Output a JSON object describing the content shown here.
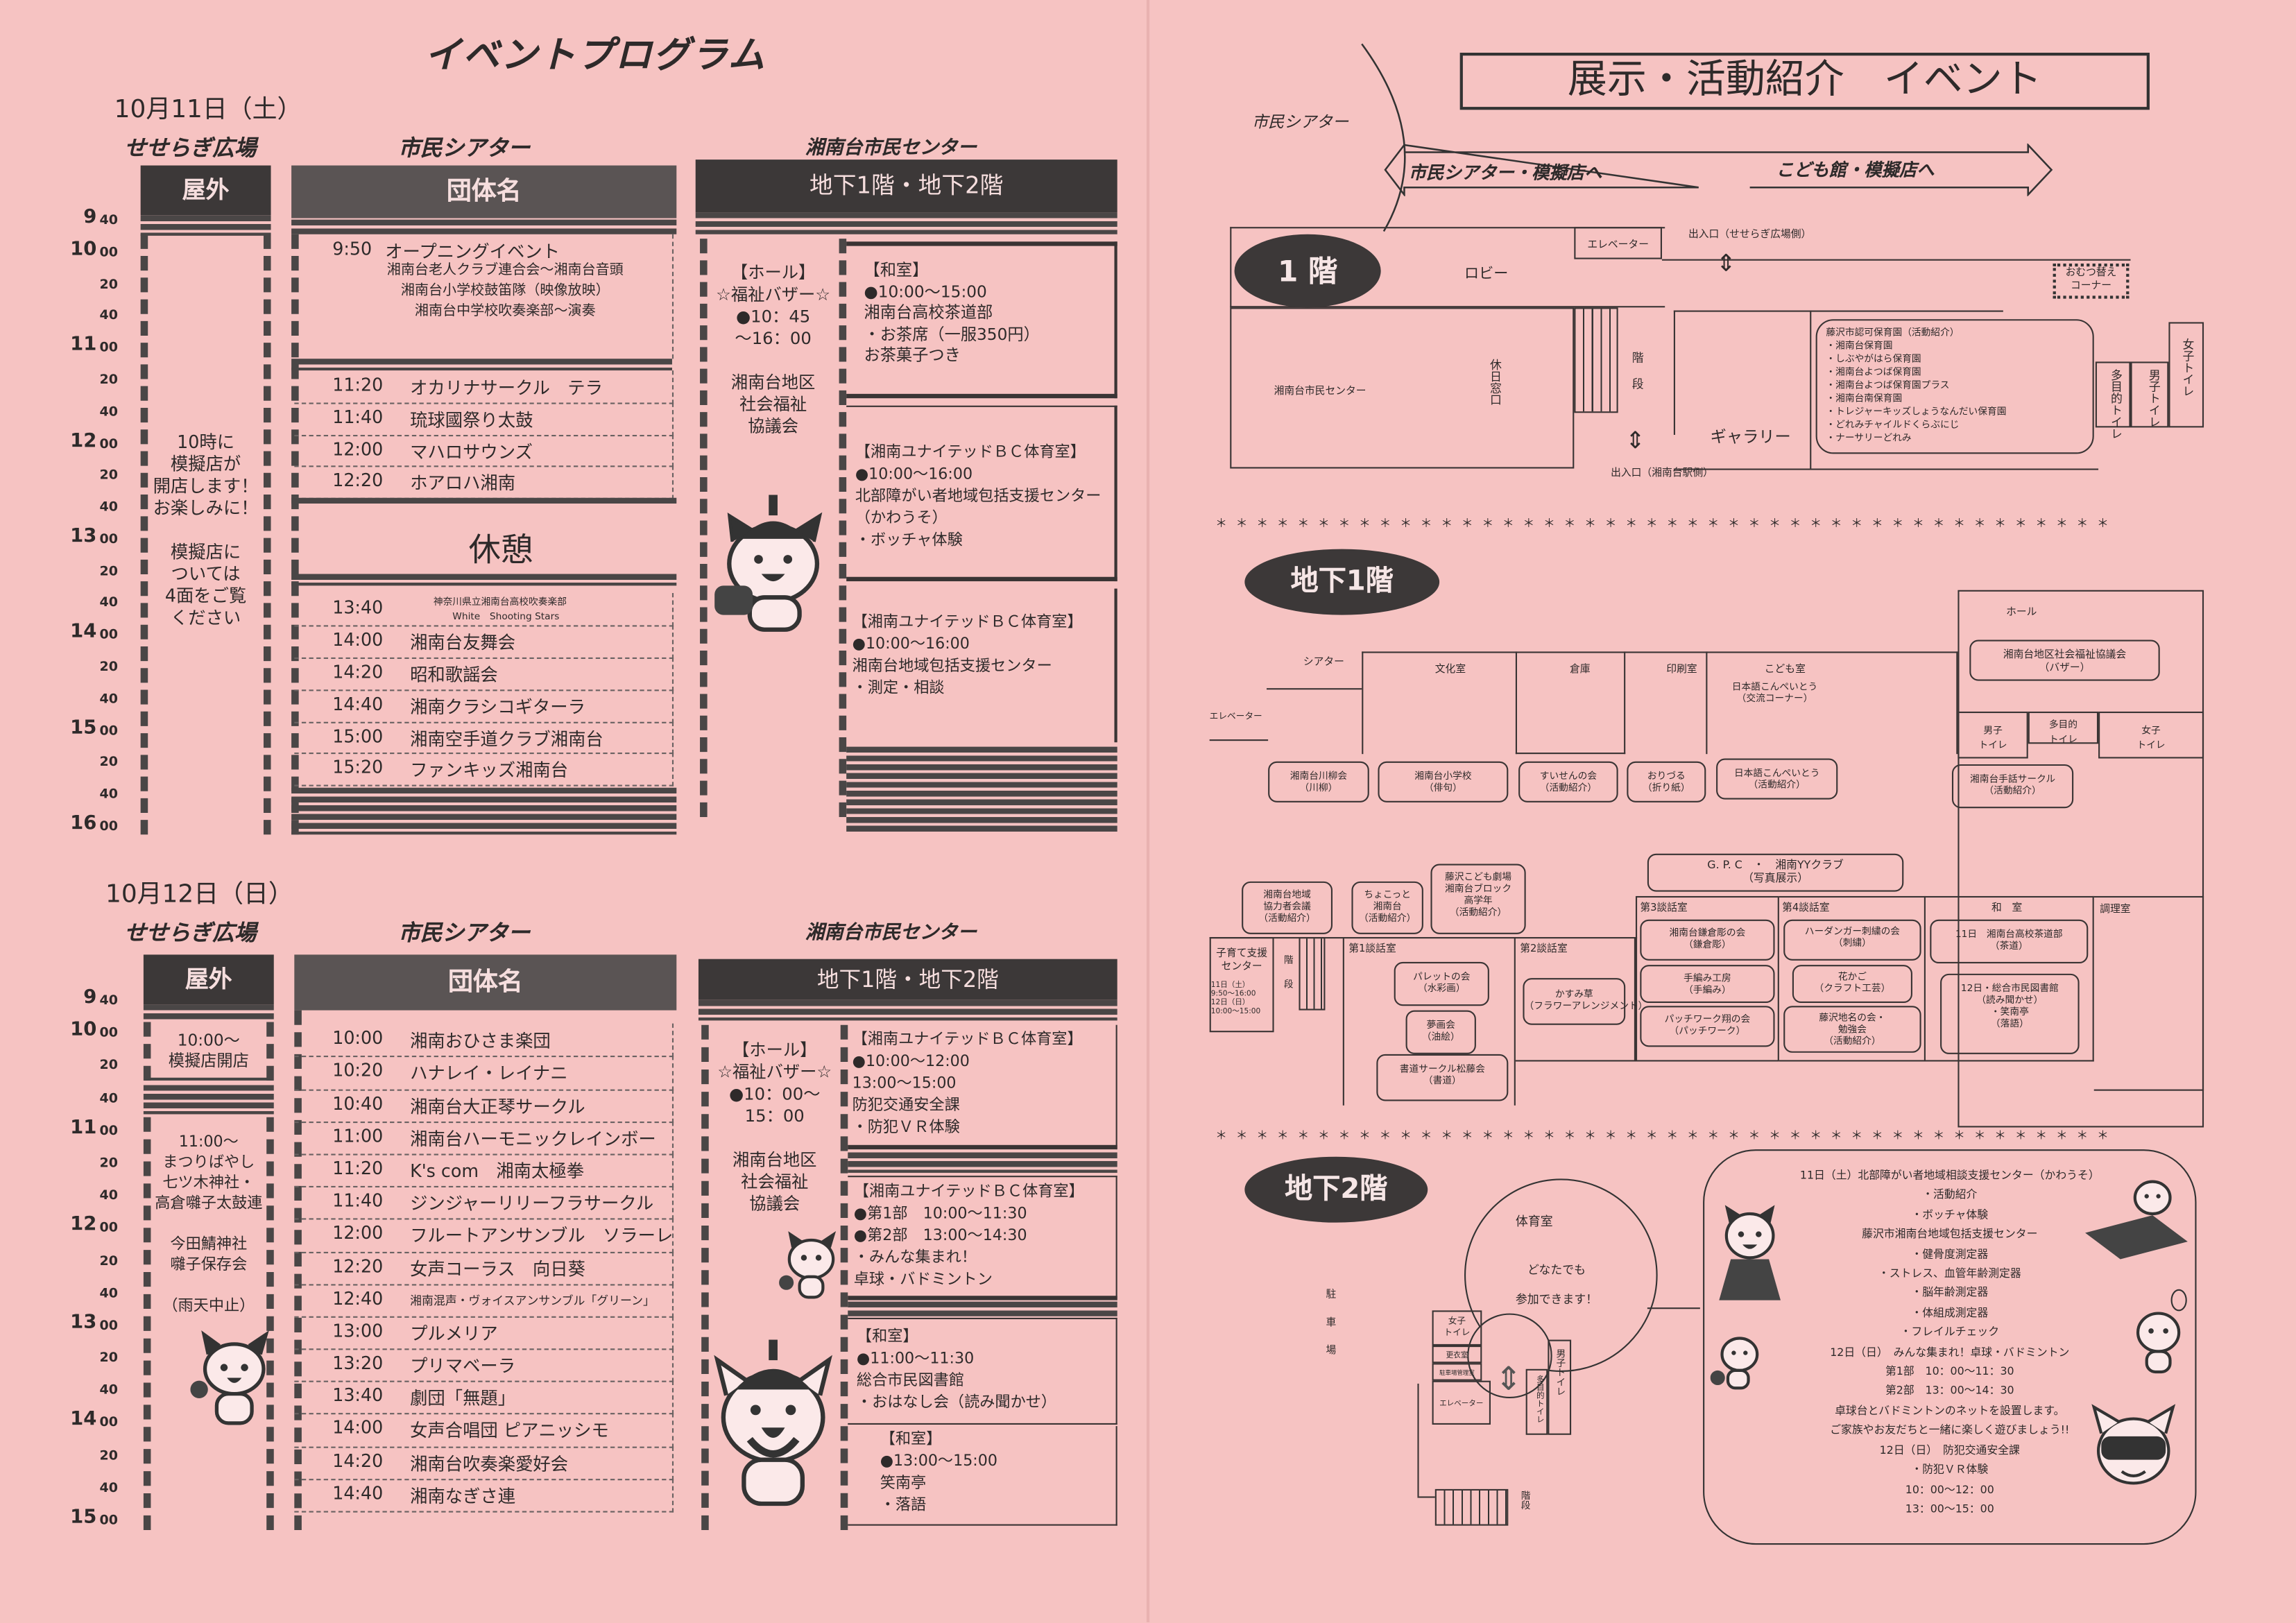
{
  "left_title": "イベントプログラム",
  "days": [
    {
      "date": "10月11日（土）",
      "venues": {
        "outdoor": "せせらぎ広場",
        "theater": "市民シアター",
        "center": "湘南台市民センター"
      },
      "headers": {
        "outdoor": "屋外",
        "theater": "団体名",
        "center": "地下1階・地下2階"
      },
      "ticks": [
        [
          "9",
          "40"
        ],
        [
          "10",
          "00"
        ],
        [
          "",
          "20"
        ],
        [
          "",
          "40"
        ],
        [
          "11",
          "00"
        ],
        [
          "",
          "20"
        ],
        [
          "",
          "40"
        ],
        [
          "12",
          "00"
        ],
        [
          "",
          "20"
        ],
        [
          "",
          "40"
        ],
        [
          "13",
          "00"
        ],
        [
          "",
          "20"
        ],
        [
          "",
          "40"
        ],
        [
          "14",
          "00"
        ],
        [
          "",
          "20"
        ],
        [
          "",
          "40"
        ],
        [
          "15",
          "00"
        ],
        [
          "",
          "20"
        ],
        [
          "",
          "40"
        ],
        [
          "16",
          "00"
        ]
      ],
      "outdoor_text": [
        "10時に",
        "模擬店が",
        "開店します！",
        "お楽しみに！",
        "",
        "模擬店に",
        "ついては",
        "4面をご覧",
        "ください"
      ],
      "opening": {
        "time": "9:50",
        "name": "オープニングイベント",
        "sub": [
          "湘南台老人クラブ連合会～湘南台音頭",
          "湘南台小学校鼓笛隊（映像放映）",
          "湘南台中学校吹奏楽部～演奏"
        ]
      },
      "rows": [
        {
          "time": "11:20",
          "name": "オカリナサークル　テラ"
        },
        {
          "time": "11:40",
          "name": "琉球國祭り太鼓"
        },
        {
          "time": "12:00",
          "name": "マハロサウンズ"
        },
        {
          "time": "12:20",
          "name": "ホアロハ湘南"
        },
        {
          "time": "13:40",
          "name": "神奈川県立湘南台高校吹奏楽部",
          "name2": "White　Shooting Stars"
        },
        {
          "time": "14:00",
          "name": "湘南台友舞会"
        },
        {
          "time": "14:20",
          "name": "昭和歌謡会"
        },
        {
          "time": "14:40",
          "name": "湘南クラシコギターラ"
        },
        {
          "time": "15:00",
          "name": "湘南空手道クラブ湘南台"
        },
        {
          "time": "15:20",
          "name": "ファンキッズ湘南台"
        }
      ],
      "break_label": "休憩",
      "hall": [
        "【ホール】",
        "☆福祉バザー☆",
        "●10：45",
        "～16：00",
        "",
        "湘南台地区",
        "社会福祉",
        "協議会"
      ],
      "rooms": [
        [
          "【和室】",
          "●10:00～15:00",
          "湘南台高校茶道部",
          "・お茶席（一服350円）",
          "お茶菓子つき"
        ],
        [
          "【湘南ユナイテッドＢＣ体育室】",
          "●10:00～16:00",
          "北部障がい者地域包括支援センター",
          "（かわうそ）",
          "・ボッチャ体験"
        ],
        [
          "【湘南ユナイテッドＢＣ体育室】",
          "●10:00～16:00",
          "湘南台地域包括支援センター",
          "・測定・相談"
        ]
      ]
    },
    {
      "date": "10月12日（日）",
      "venues": {
        "outdoor": "せせらぎ広場",
        "theater": "市民シアター",
        "center": "湘南台市民センター"
      },
      "headers": {
        "outdoor": "屋外",
        "theater": "団体名",
        "center": "地下1階・地下2階"
      },
      "ticks": [
        [
          "9",
          "40"
        ],
        [
          "10",
          "00"
        ],
        [
          "",
          "20"
        ],
        [
          "",
          "40"
        ],
        [
          "11",
          "00"
        ],
        [
          "",
          "20"
        ],
        [
          "",
          "40"
        ],
        [
          "12",
          "00"
        ],
        [
          "",
          "20"
        ],
        [
          "",
          "40"
        ],
        [
          "13",
          "00"
        ],
        [
          "",
          "20"
        ],
        [
          "",
          "40"
        ],
        [
          "14",
          "00"
        ],
        [
          "",
          "20"
        ],
        [
          "",
          "40"
        ],
        [
          "15",
          "00"
        ]
      ],
      "outdoor_text_a": [
        "10:00～",
        "模擬店開店"
      ],
      "outdoor_text_b": [
        "11:00～",
        "まつりばやし",
        "七ツ木神社・",
        "高倉囃子太鼓連",
        "",
        "今田鯖神社",
        "囃子保存会",
        "",
        "（雨天中止）"
      ],
      "rows": [
        {
          "time": "10:00",
          "name": "湘南おひさま楽団"
        },
        {
          "time": "10:20",
          "name": "ハナレイ・レイナニ"
        },
        {
          "time": "10:40",
          "name": "湘南台大正琴サークル"
        },
        {
          "time": "11:00",
          "name": "湘南台ハーモニックレインボー"
        },
        {
          "time": "11:20",
          "name": "K's com　湘南太極拳"
        },
        {
          "time": "11:40",
          "name": "ジンジャーリリーフラサークル"
        },
        {
          "time": "12:00",
          "name": "フルートアンサンブル　ソラーレ"
        },
        {
          "time": "12:20",
          "name": "女声コーラス　向日葵"
        },
        {
          "time": "12:40",
          "name": "湘南混声・ヴォイスアンサンブル「グリーン」",
          "small": true
        },
        {
          "time": "13:00",
          "name": "プルメリア"
        },
        {
          "time": "13:20",
          "name": "プリマベーラ"
        },
        {
          "time": "13:40",
          "name": "劇団「無題」"
        },
        {
          "time": "14:00",
          "name": "女声合唱団 ピアニッシモ"
        },
        {
          "time": "14:20",
          "name": "湘南台吹奏楽愛好会"
        },
        {
          "time": "14:40",
          "name": "湘南なぎさ連"
        }
      ],
      "hall": [
        "【ホール】",
        "☆福祉バザー☆",
        "●10：00～",
        "15：00",
        "",
        "湘南台地区",
        "社会福祉",
        "協議会"
      ],
      "rooms": [
        [
          "【湘南ユナイテッドＢＣ体育室】",
          "●10:00～12:00",
          "13:00～15:00",
          "防犯交通安全課",
          "・防犯ＶＲ体験"
        ],
        [
          "【湘南ユナイテッドＢＣ体育室】",
          "●第1部　10:00～11:30",
          "●第2部　13:00～14:30",
          "・みんな集まれ！",
          "卓球・バドミントン"
        ],
        [
          "【和室】",
          "●11:00～11:30",
          "総合市民図書館",
          "・おはなし会（読み聞かせ）"
        ],
        [
          "【和室】",
          "●13:00～15:00",
          "笑南亭",
          "・落語"
        ]
      ]
    }
  ],
  "right": {
    "arc_label": "市民シアター",
    "title": "展示・活動紹介　イベント",
    "arrow_left": "市民シアター・模擬店へ",
    "arrow_right": "こども館・模擬店へ",
    "separator": "＊＊＊＊＊＊＊＊＊＊＊＊＊＊＊＊＊＊＊＊＊＊＊＊＊＊＊＊＊＊＊＊＊＊＊＊＊＊＊＊＊＊＊＊",
    "f1": {
      "badge": "1 階",
      "elevator": "エレベーター",
      "entrance_top": "出入口（せせらぎ広場側）",
      "lobby": "ロビー",
      "center": "湘南台市民センター",
      "holiday_window": "休日窓口",
      "stairs": "階段",
      "entrance_bottom": "出入口（湘南台駅側）",
      "gallery": "ギャラリー",
      "diaper": [
        "おむつ替え",
        "コーナー"
      ],
      "nursery": [
        "藤沢市認可保育園（活動紹介）",
        "・湘南台保育園",
        "・しぶやがはら保育園",
        "・湘南台よつば保育園",
        "・湘南台よつば保育園プラス",
        "・湘南台南保育園",
        "・トレジャーキッズしょうなんだい保育園",
        "・どれみチャイルドくらぶにじ",
        "・ナーサリーどれみ"
      ],
      "toilet_multi": "多目的トイレ",
      "toilet_men": "男子トイレ",
      "toilet_women": "女子トイレ"
    },
    "b1": {
      "badge": "地下1階",
      "theater": "シアター",
      "elevator": "エレベーター",
      "rooms": [
        "文化室",
        "倉庫",
        "印刷室",
        "こども室"
      ],
      "kids_room_event": [
        "日本語こんぺいとう",
        "（交流コーナー）"
      ],
      "hall": "ホール",
      "bazaar": [
        "湘南台地区社会福祉協議会",
        "（バザー）"
      ],
      "toilet_men": [
        "男子",
        "トイレ"
      ],
      "toilet_multi": [
        "多目的",
        "トイレ"
      ],
      "toilet_women": [
        "女子",
        "トイレ"
      ],
      "exhibits_top": [
        [
          "湘南台川柳会",
          "（川柳）"
        ],
        [
          "湘南台小学校",
          "（俳句）"
        ],
        [
          "すいせんの会",
          "（活動紹介）"
        ],
        [
          "おりづる",
          "（折り紙）"
        ],
        [
          "日本語こんぺいとう",
          "（活動紹介）"
        ]
      ],
      "sign_language": [
        "湘南台手話サークル",
        "（活動紹介）"
      ],
      "gpc": [
        "G. P. C　・　湘南YYクラブ",
        "（写真展示）"
      ],
      "exhibits_mid": [
        [
          "湘南台地域",
          "協力者会議",
          "（活動紹介）"
        ],
        [
          "ちょこっと",
          "湘南台",
          "（活動紹介）"
        ],
        [
          "藤沢こども劇場",
          "湘南台ブロック",
          "高学年",
          "（活動紹介）"
        ]
      ],
      "childcare": [
        "子育て支援",
        "センター"
      ],
      "childcare_hours": [
        "11日（土）",
        "9:50～16:00",
        "12日（日）",
        "10:00～15:00"
      ],
      "stairs": "階段",
      "talk1": "第1談話室",
      "talk1_items": [
        [
          "パレットの会",
          "（水彩画）"
        ],
        [
          "夢画会",
          "（油絵）"
        ],
        [
          "書道サークル松藤会",
          "（書道）"
        ]
      ],
      "talk2": "第2談話室",
      "talk2_items": [
        [
          "かすみ草",
          "（フラワーアレンジメント）"
        ]
      ],
      "talk3": "第3談話室",
      "talk3_items": [
        [
          "湘南台鎌倉彫の会",
          "（鎌倉彫）"
        ],
        [
          "手編み工房",
          "（手編み）"
        ],
        [
          "パッチワーク翔の会",
          "（パッチワーク）"
        ]
      ],
      "talk4": "第4談話室",
      "talk4_items": [
        [
          "ハーダンガー刺繍の会",
          "（刺繍）"
        ],
        [
          "花かご",
          "（クラフト工芸）"
        ],
        [
          "藤沢地名の会・",
          "勉強会",
          "（活動紹介）"
        ]
      ],
      "washitsu": "和　室",
      "washitsu_items": [
        [
          "11日　湘南台高校茶道部",
          "（茶道）"
        ],
        [
          "12日・総合市民図書館",
          "（読み聞かせ）",
          "・笑南亭",
          "（落語）"
        ]
      ],
      "kitchen": "調理室"
    },
    "b2": {
      "badge": "地下2階",
      "parking": "駐車場",
      "gym": "体育室",
      "gym_note": [
        "どなたでも",
        "参加できます！"
      ],
      "toilet_women": [
        "女子",
        "トイレ"
      ],
      "changing": "更衣室",
      "parking_office": "駐車場管理室",
      "elevator": "エレベーター",
      "toilet_multi": "多目的トイレ",
      "toilet_men": "男子トイレ",
      "stairs": "階段",
      "info": [
        "11日（土）北部障がい者地域相談支援センター（かわうそ）",
        "・活動紹介",
        "・ボッチャ体験",
        "藤沢市湘南台地域包括支援センター",
        "・健骨度測定器",
        "・ストレス、血管年齢測定器",
        "・脳年齢測定器",
        "・体組成測定器",
        "・フレイルチェック",
        "12日（日）　みんな集まれ！卓球・バドミントン",
        "第1部　10：00～11：30",
        "第2部　13：00～14：30",
        "卓球台とバドミントンのネットを設置します。",
        "ご家族やお友だちと一緒に楽しく遊びましょう!!",
        "12日（日）　防犯交通安全課",
        "・防犯ＶＲ体験",
        "10：00～12：00",
        "13：00～15：00"
      ]
    }
  },
  "colors": {
    "paper": "#f6c3c2",
    "ink": "#2e2a2a",
    "dark": "#3c3838"
  }
}
